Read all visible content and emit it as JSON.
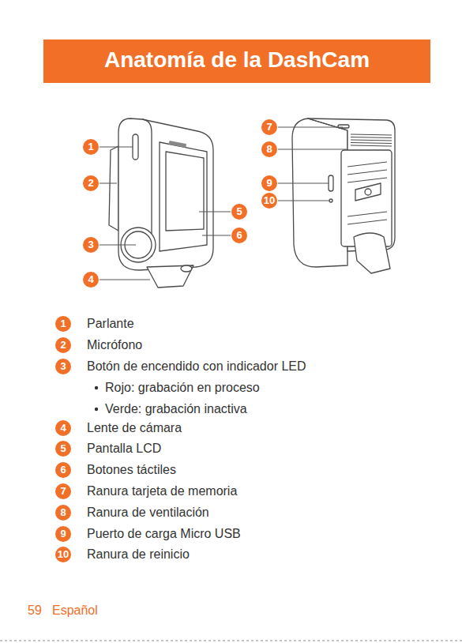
{
  "diagram": {
    "title": "Anatomía de la DashCam",
    "labels": [
      "1",
      "2",
      "3",
      "4",
      "5",
      "6",
      "7",
      "8",
      "9",
      "10",
      "1",
      "Parlante",
      "2",
      "Micrófono",
      "3",
      "Botón de encendido con indicador LED",
      "Rojo: grabación en proceso",
      "Verde: grabación inactiva",
      "4",
      "Lente de cámara",
      "5",
      "Pantalla LCD",
      "6",
      "Botones táctiles",
      "7",
      "Ranura tarjeta de memoria",
      "8",
      "Ranura de ventilación",
      "9",
      "Puerto de carga Micro USB",
      "10",
      "Ranura de reinicio",
      "59",
      "Español"
    ]
  }
}
